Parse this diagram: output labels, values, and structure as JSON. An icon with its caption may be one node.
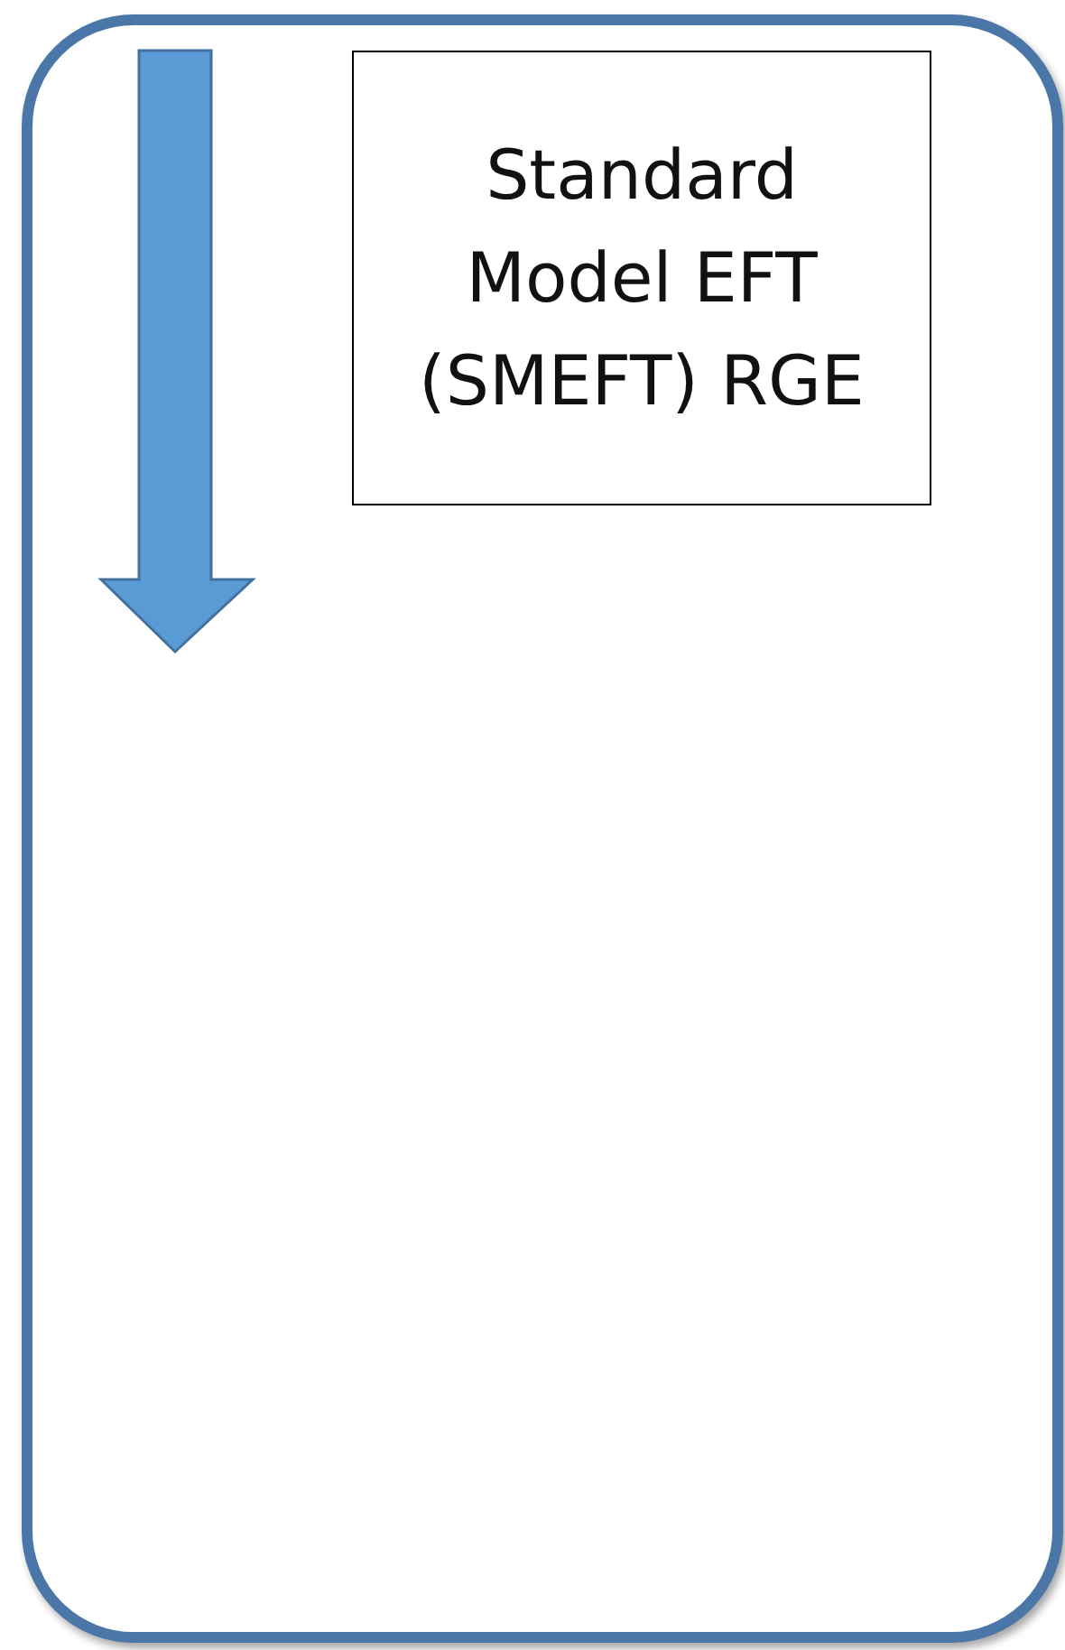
{
  "diagram": {
    "nodes": [
      {
        "text": [],
        "shape": "box"
      },
      {
        "text": [
          "Standard Model EFT (SMEFT) RGE"
        ],
        "in": 0
      }
    ]
  }
}
